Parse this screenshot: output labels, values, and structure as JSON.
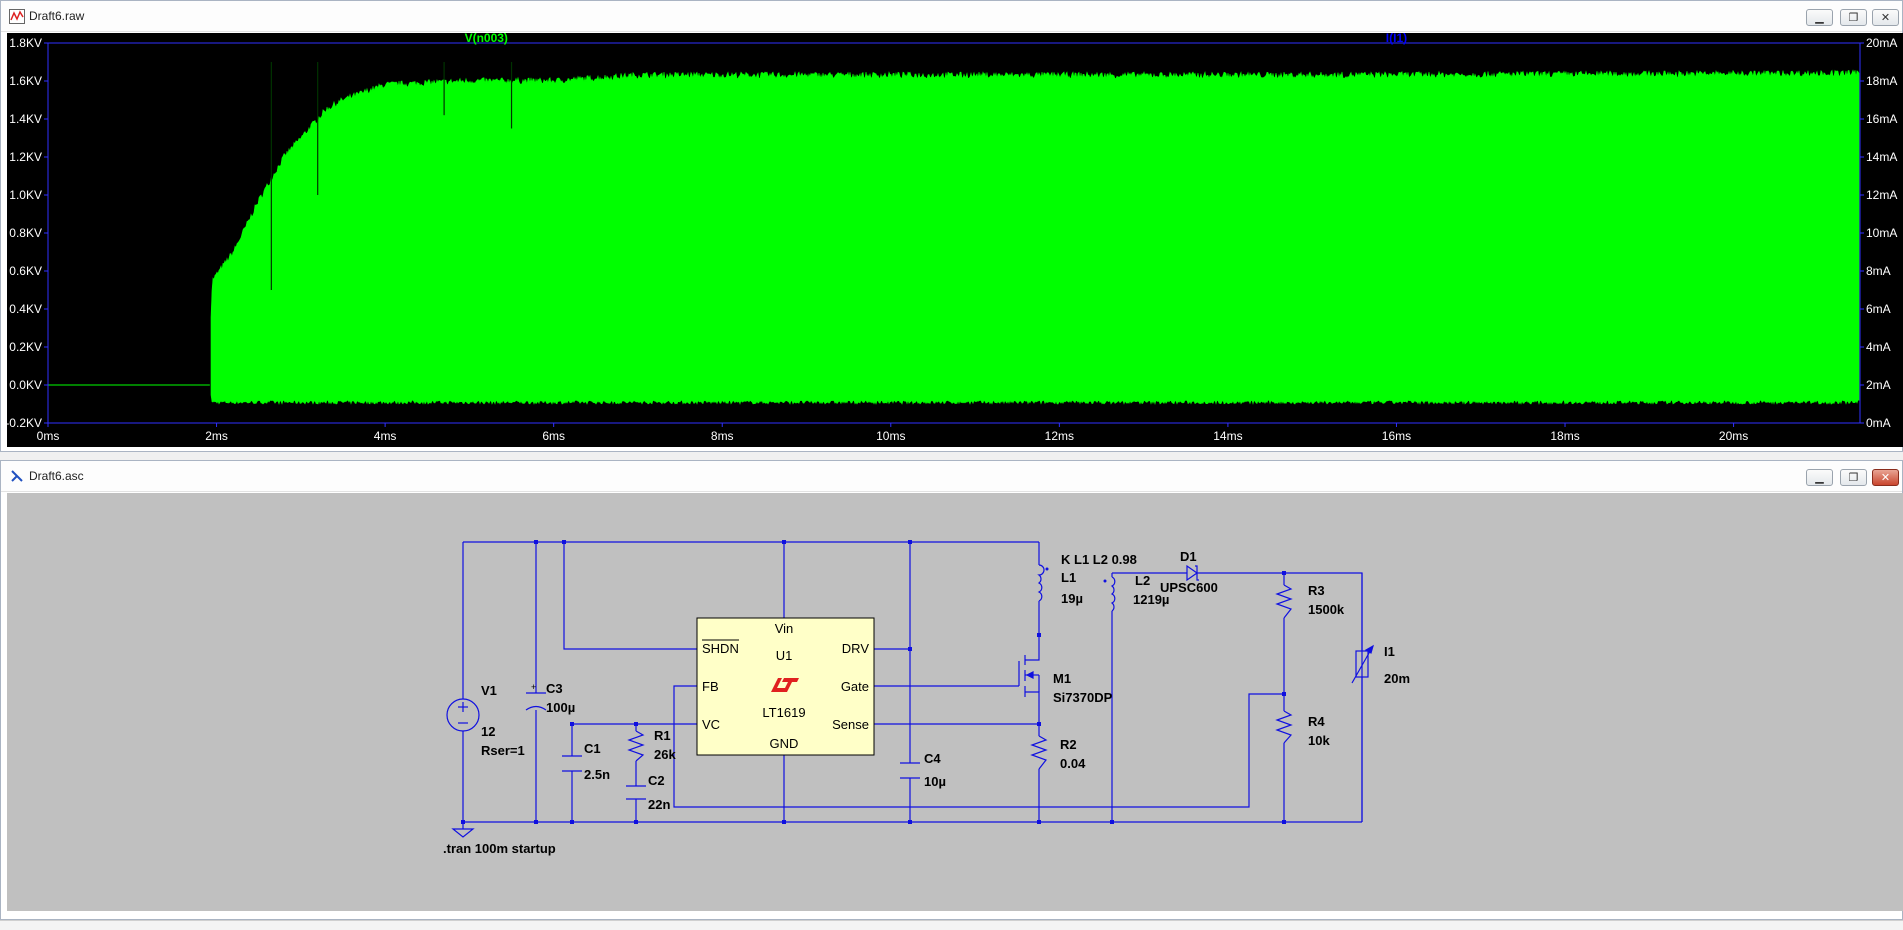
{
  "waveform_window": {
    "title": "Draft6.raw",
    "traces": {
      "left": "V(n003)",
      "right": "I(I1)"
    },
    "colors": {
      "background": "#000000",
      "axis": "#3030ff",
      "trace": "#00ff00",
      "right_trace_label": "#0000ff"
    },
    "y_left_ticks": [
      "1.8KV",
      "1.6KV",
      "1.4KV",
      "1.2KV",
      "1.0KV",
      "0.8KV",
      "0.6KV",
      "0.4KV",
      "0.2KV",
      "0.0KV",
      "-0.2KV"
    ],
    "y_right_ticks": [
      "20mA",
      "18mA",
      "16mA",
      "14mA",
      "12mA",
      "10mA",
      "8mA",
      "6mA",
      "4mA",
      "2mA",
      "0mA"
    ],
    "x_ticks": [
      "0ms",
      "2ms",
      "4ms",
      "6ms",
      "8ms",
      "10ms",
      "12ms",
      "14ms",
      "16ms",
      "18ms",
      "20ms"
    ]
  },
  "chart_data": {
    "type": "line",
    "xlabel": "",
    "ylabel": "",
    "x_unit": "ms",
    "xlim": [
      0,
      21.5
    ],
    "ylim": [
      -0.2,
      1.8
    ],
    "y_unit": "KV",
    "y2lim": [
      0,
      20
    ],
    "y2_unit": "mA",
    "grid": false,
    "series": [
      {
        "name": "V(n003)",
        "color": "#00ff00",
        "envelope_upper": {
          "x": [
            0,
            1.9,
            1.95,
            2.2,
            2.5,
            2.8,
            3.0,
            3.3,
            3.5,
            4.0,
            5.0,
            6.0,
            7.0,
            10.0,
            15.0,
            21.5
          ],
          "y": [
            0.0,
            0.0,
            0.55,
            0.7,
            0.97,
            1.2,
            1.3,
            1.45,
            1.5,
            1.58,
            1.6,
            1.6,
            1.63,
            1.63,
            1.63,
            1.64
          ]
        },
        "envelope_lower": {
          "x": [
            0,
            1.9,
            1.95,
            21.5
          ],
          "y": [
            0.0,
            0.0,
            -0.09,
            -0.09
          ]
        }
      },
      {
        "name": "I(I1)",
        "color": "#0000ff",
        "x": [],
        "y": []
      }
    ]
  },
  "schematic_window": {
    "title": "Draft6.asc",
    "ic": {
      "name": "U1",
      "part": "LT1619",
      "pins": {
        "vin": "Vin",
        "shdn": "SHDN",
        "drv": "DRV",
        "fb": "FB",
        "gate": "Gate",
        "vc": "VC",
        "sense": "Sense",
        "gnd": "GND"
      }
    },
    "labels": {
      "v1": "V1",
      "v1_val": "12",
      "v1_rser": "Rser=1",
      "c3": "C3",
      "c3_val": "100µ",
      "c1": "C1",
      "c1_val": "2.5n",
      "r1": "R1",
      "r1_val": "26k",
      "c2": "C2",
      "c2_val": "22n",
      "c4": "C4",
      "c4_val": "10µ",
      "l1": "L1",
      "l1_val": "19µ",
      "l2": "L2",
      "l2_val": "1219µ",
      "k": "K L1 L2 0.98",
      "d1": "D1",
      "d1_val": "UPSC600",
      "m1": "M1",
      "m1_val": "Si7370DP",
      "r2": "R2",
      "r2_val": "0.04",
      "r3": "R3",
      "r3_val": "1500k",
      "r4": "R4",
      "r4_val": "10k",
      "i1": "I1",
      "i1_val": "20m",
      "directive": ".tran 100m startup"
    }
  }
}
